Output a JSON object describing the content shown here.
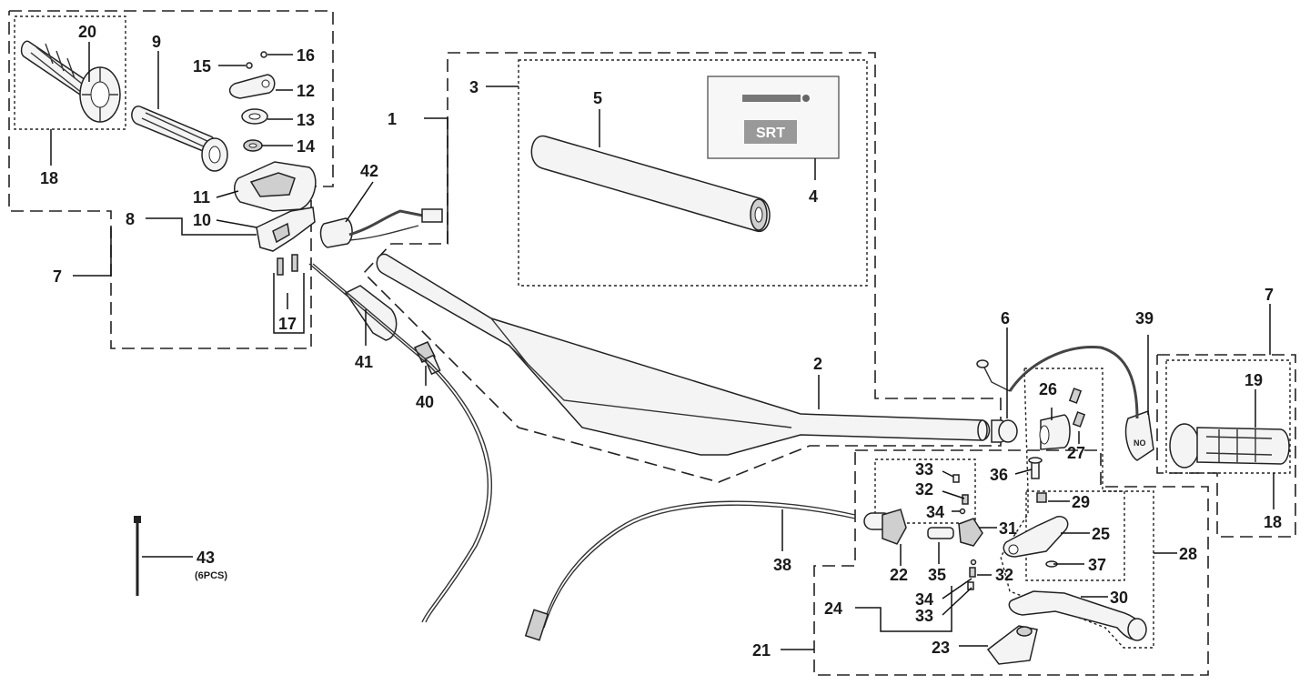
{
  "labels": [
    {
      "id": "1",
      "text": "1"
    },
    {
      "id": "2",
      "text": "2"
    },
    {
      "id": "3",
      "text": "3"
    },
    {
      "id": "4",
      "text": "4"
    },
    {
      "id": "5",
      "text": "5"
    },
    {
      "id": "6",
      "text": "6"
    },
    {
      "id": "7a",
      "text": "7"
    },
    {
      "id": "7b",
      "text": "7"
    },
    {
      "id": "8",
      "text": "8"
    },
    {
      "id": "9",
      "text": "9"
    },
    {
      "id": "10",
      "text": "10"
    },
    {
      "id": "11",
      "text": "11"
    },
    {
      "id": "12",
      "text": "12"
    },
    {
      "id": "13",
      "text": "13"
    },
    {
      "id": "14",
      "text": "14"
    },
    {
      "id": "15",
      "text": "15"
    },
    {
      "id": "16",
      "text": "16"
    },
    {
      "id": "17",
      "text": "17"
    },
    {
      "id": "18a",
      "text": "18"
    },
    {
      "id": "18b",
      "text": "18"
    },
    {
      "id": "19",
      "text": "19"
    },
    {
      "id": "20",
      "text": "20"
    },
    {
      "id": "21",
      "text": "21"
    },
    {
      "id": "22",
      "text": "22"
    },
    {
      "id": "23",
      "text": "23"
    },
    {
      "id": "24",
      "text": "24"
    },
    {
      "id": "25",
      "text": "25"
    },
    {
      "id": "26",
      "text": "26"
    },
    {
      "id": "27",
      "text": "27"
    },
    {
      "id": "28",
      "text": "28"
    },
    {
      "id": "29",
      "text": "29"
    },
    {
      "id": "30",
      "text": "30"
    },
    {
      "id": "31",
      "text": "31"
    },
    {
      "id": "32a",
      "text": "32"
    },
    {
      "id": "32b",
      "text": "32"
    },
    {
      "id": "33a",
      "text": "33"
    },
    {
      "id": "33b",
      "text": "33"
    },
    {
      "id": "34a",
      "text": "34"
    },
    {
      "id": "34b",
      "text": "34"
    },
    {
      "id": "35",
      "text": "35"
    },
    {
      "id": "36",
      "text": "36"
    },
    {
      "id": "37",
      "text": "37"
    },
    {
      "id": "38",
      "text": "38"
    },
    {
      "id": "39",
      "text": "39"
    },
    {
      "id": "40",
      "text": "40"
    },
    {
      "id": "41",
      "text": "41"
    },
    {
      "id": "42",
      "text": "42"
    },
    {
      "id": "43",
      "text": "43"
    }
  ],
  "note_43": "(6PCS)",
  "switch_text": "NO",
  "decal_logo_text": "SRT"
}
